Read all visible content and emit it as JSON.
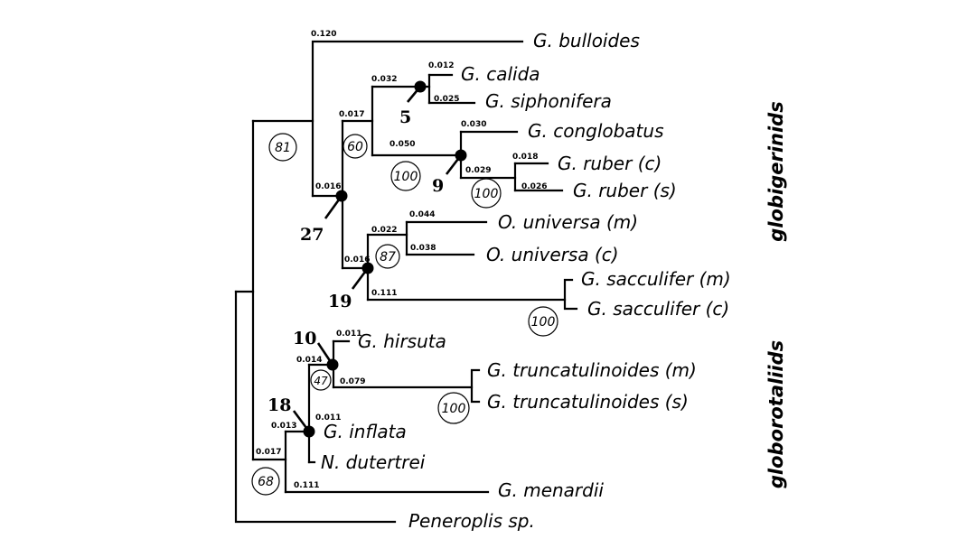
{
  "taxa": {
    "bulloides": "G. bulloides",
    "calida": "G. calida",
    "siphonifera": "G. siphonifera",
    "conglobatus": "G. conglobatus",
    "ruber_c": "G. ruber (c)",
    "ruber_s": "G. ruber (s)",
    "universa_m": "O. universa (m)",
    "universa_c": "O. universa (c)",
    "sacculifer_m": "G. sacculifer (m)",
    "sacculifer_c": "G. sacculifer (c)",
    "hirsuta": "G. hirsuta",
    "trunc_m": "G. truncatulinoides (m)",
    "trunc_s": "G. truncatulinoides (s)",
    "inflata": "G. inflata",
    "dutertrei": "N. dutertrei",
    "menardii": "G. menardii",
    "peneroplis": "Peneroplis sp."
  },
  "branch_lengths": {
    "bulloides": "0.120",
    "calida": "0.012",
    "siphonifera": "0.025",
    "calida_clade": "0.032",
    "conglobatus": "0.030",
    "ruber_c": "0.018",
    "ruber_s": "0.026",
    "ruber_clade": "0.029",
    "conglobatus_clade": "0.050",
    "upper_globigerinids": "0.017",
    "globigerinids_27": "0.016",
    "universa_clade": "0.022",
    "universa_m": "0.044",
    "universa_c": "0.038",
    "node19": "0.016",
    "sacculifer": "0.111",
    "hirsuta": "0.011",
    "node10": "0.014",
    "truncatulinoides": "0.079",
    "inflata": "0.011",
    "node18": "0.013",
    "globorotaliids": "0.017",
    "menardii": "0.111"
  },
  "node_numbers": {
    "n5": "5",
    "n9": "9",
    "n27": "27",
    "n19": "19",
    "n10": "10",
    "n18": "18"
  },
  "bootstrap": {
    "b81": "81",
    "b60": "60",
    "b100_conglobatus": "100",
    "b100_ruber": "100",
    "b87": "87",
    "b100_sacculifer": "100",
    "b47": "47",
    "b100_trunc": "100",
    "b68": "68"
  },
  "clades": {
    "globigerinids": "globigerinids",
    "globorotaliids": "globorotaliids"
  }
}
